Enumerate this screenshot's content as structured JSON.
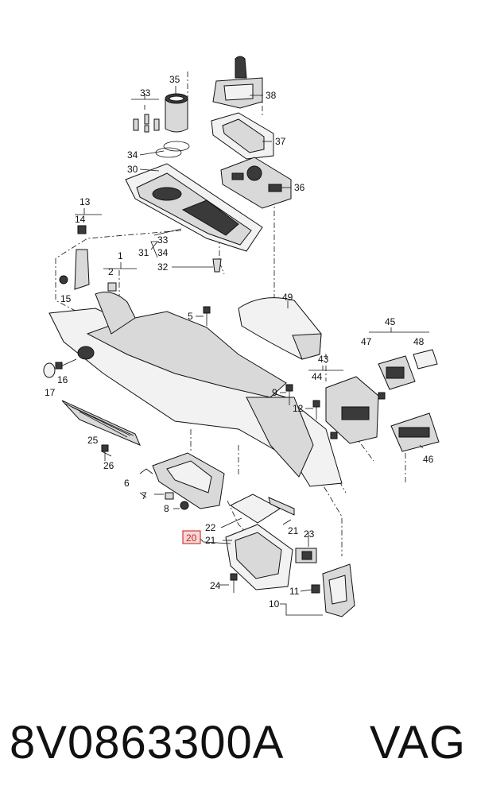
{
  "diagram": {
    "callouts": {
      "c1": "1",
      "c2": "2",
      "c5": "5",
      "c6": "6",
      "c7": "7",
      "c8": "8",
      "c9": "9",
      "c10": "10",
      "c11": "11",
      "c12": "12",
      "c13": "13",
      "c14": "14",
      "c15": "15",
      "c16": "16",
      "c17": "17",
      "c20": "20",
      "c21a": "21",
      "c21b": "21",
      "c22": "22",
      "c23": "23",
      "c24": "24",
      "c25": "25",
      "c26": "26",
      "c30": "30",
      "c31": "31",
      "c32": "32",
      "c33a": "33",
      "c33b": "33",
      "c34a": "34",
      "c34b": "34",
      "c35": "35",
      "c36": "36",
      "c37": "37",
      "c38": "38",
      "c43": "43",
      "c44": "44",
      "c45": "45",
      "c46": "46",
      "c47": "47",
      "c48": "48",
      "c49": "49"
    },
    "highlighted_callout": "20"
  },
  "footer": {
    "part_number": "8V0863300A",
    "brand": "VAG"
  }
}
